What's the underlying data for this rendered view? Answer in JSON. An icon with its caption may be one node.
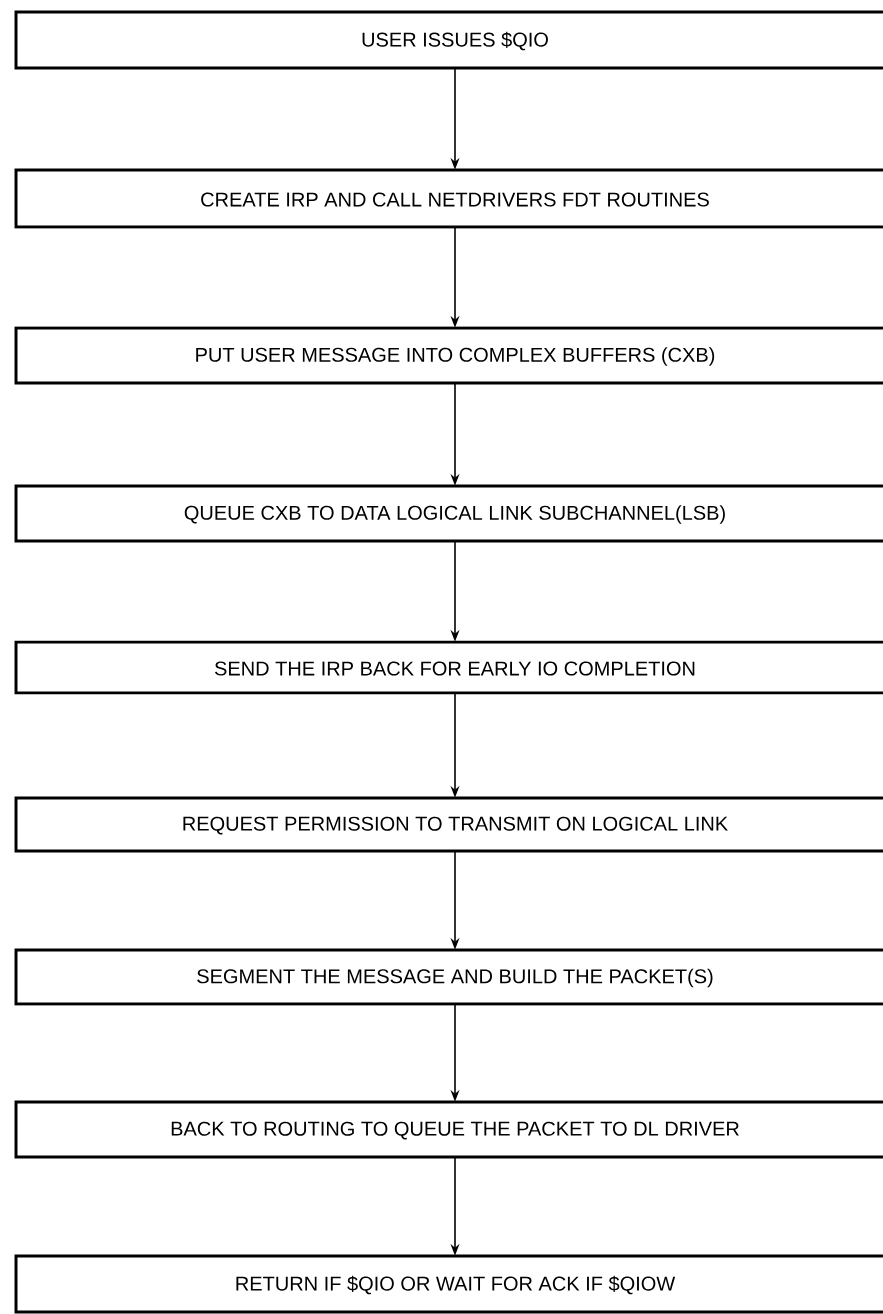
{
  "diagram": {
    "nodes": [
      {
        "text": [
          "USER ISSUES $QIO"
        ]
      },
      {
        "text": [
          "CREATE IRP AND CALL NETDRIVERS FDT ROUTINES"
        ]
      },
      {
        "text": [
          "PUT USER MESSAGE INTO COMPLEX BUFFERS (CXB)"
        ]
      },
      {
        "text": [
          "QUEUE CXB TO DATA LOGICAL LINK SUBCHANNEL(LSB)"
        ]
      },
      {
        "text": [
          "SEND THE IRP BACK FOR EARLY IO COMPLETION"
        ]
      },
      {
        "text": [
          "REQUEST PERMISSION TO TRANSMIT ON LOGICAL LINK"
        ]
      },
      {
        "text": [
          "SEGMENT THE MESSAGE AND BUILD THE PACKET(S)"
        ]
      },
      {
        "text": [
          "BACK TO ROUTING TO QUEUE THE PACKET TO DL DRIVER"
        ]
      },
      {
        "text": [
          "RETURN IF $QIO OR WAIT FOR ACK IF $QIOW"
        ]
      }
    ],
    "edges": [
      {
        "from": 0,
        "to": 1,
        "arrow": "to"
      },
      {
        "from": 1,
        "to": 2,
        "arrow": "to"
      },
      {
        "from": 2,
        "to": 3,
        "arrow": "to"
      },
      {
        "from": 3,
        "to": 4,
        "arrow": "to"
      },
      {
        "from": 4,
        "to": 5,
        "arrow": "to"
      },
      {
        "from": 5,
        "to": 6,
        "arrow": "to"
      },
      {
        "from": 6,
        "to": 7,
        "arrow": "to"
      },
      {
        "from": 7,
        "to": 8,
        "arrow": "to"
      }
    ]
  }
}
